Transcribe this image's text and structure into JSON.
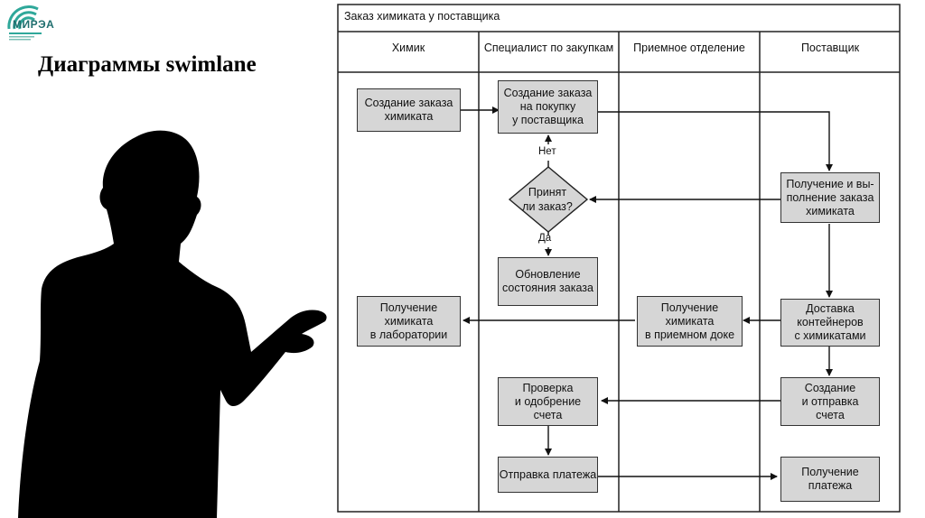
{
  "logo": {
    "text": "МИРЭА"
  },
  "slide": {
    "title": "Диаграммы swimlane"
  },
  "diagram": {
    "title": "Заказ химиката у поставщика",
    "lanes": [
      "Химик",
      "Специалист по закупкам",
      "Приемное отделение",
      "Поставщик"
    ],
    "nodes": {
      "create_order": "Создание заказа\nхимиката",
      "create_purchase": "Создание заказа\nна покупку\nу поставщика",
      "decision": "Принят\nли заказ?",
      "decision_no": "Нет",
      "decision_yes": "Да",
      "update_status": "Обновление\nсостояния заказа",
      "receive_fulfill": "Получение и вы-\nполнение заказа\nхимиката",
      "deliver": "Доставка\nконтейнеров\nс химикатами",
      "receive_dock": "Получение\nхимиката\nв приемном доке",
      "receive_lab": "Получение\nхимиката\nв лаборатории",
      "create_invoice": "Создание\nи отправка\nсчета",
      "verify_invoice": "Проверка\nи одобрение\nсчета",
      "send_payment": "Отправка платежа",
      "receive_payment": "Получение\nплатежа"
    }
  }
}
